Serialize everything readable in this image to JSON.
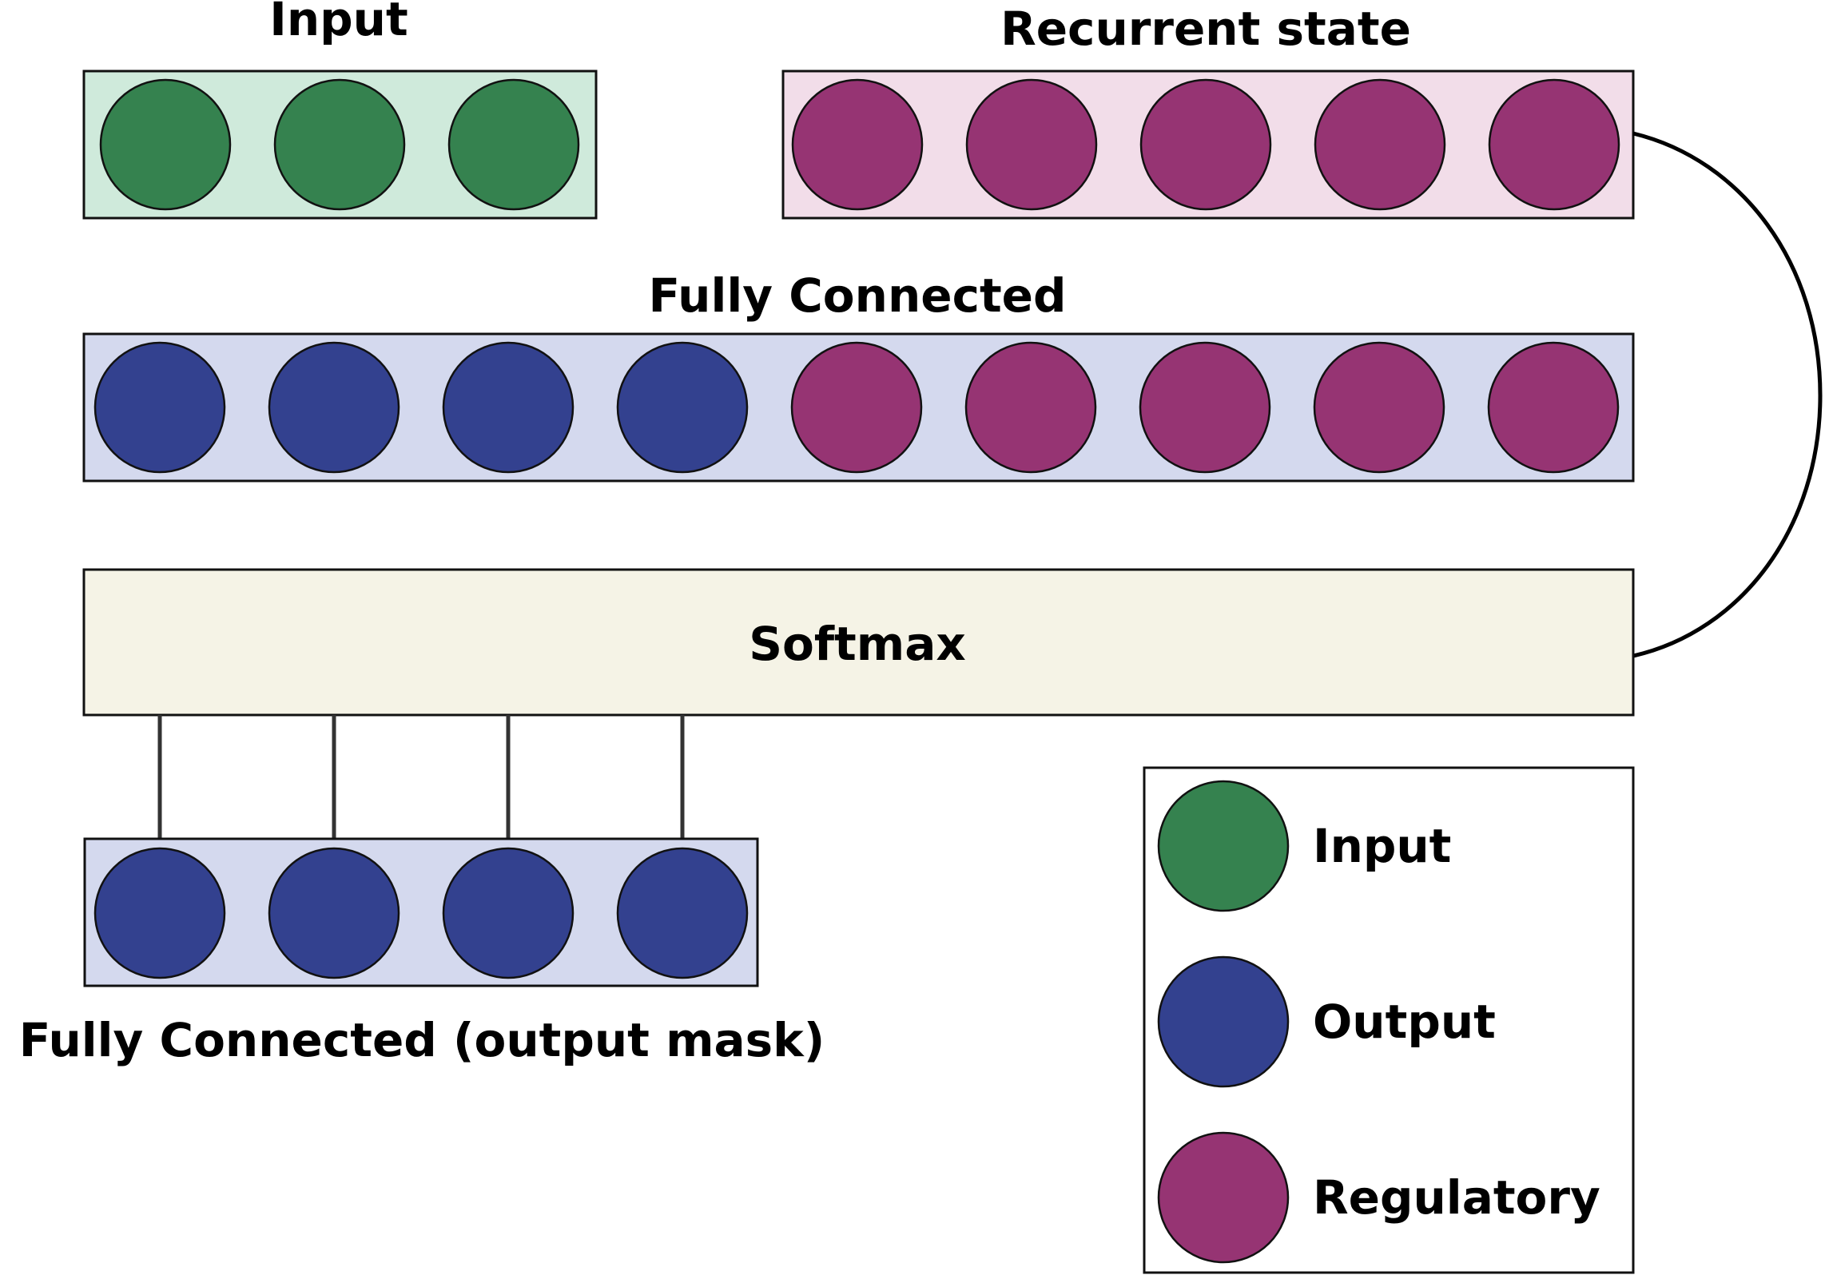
{
  "layers": {
    "input": {
      "title": "Input",
      "nodes": [
        "input",
        "input",
        "input"
      ]
    },
    "recurrent": {
      "title": "Recurrent state",
      "nodes": [
        "regulatory",
        "regulatory",
        "regulatory",
        "regulatory",
        "regulatory"
      ]
    },
    "fully_connected": {
      "title": "Fully Connected",
      "nodes": [
        "output",
        "output",
        "output",
        "output",
        "regulatory",
        "regulatory",
        "regulatory",
        "regulatory",
        "regulatory"
      ]
    },
    "softmax": {
      "title": "Softmax"
    },
    "output_mask": {
      "title": "Fully Connected (output mask)",
      "nodes": [
        "output",
        "output",
        "output",
        "output"
      ]
    }
  },
  "legend": {
    "items": [
      {
        "type": "input",
        "label": "Input"
      },
      {
        "type": "output",
        "label": "Output"
      },
      {
        "type": "regulatory",
        "label": "Regulatory"
      }
    ]
  },
  "colors": {
    "input": "#35824f",
    "output": "#33418f",
    "regulatory": "#963473",
    "input_box": "#cfeadb",
    "recurrent_box": "#f2dde9",
    "fc_box": "#d4d9ee",
    "softmax_box": "#f5f3e6",
    "mask_box": "#d4d9ee"
  }
}
